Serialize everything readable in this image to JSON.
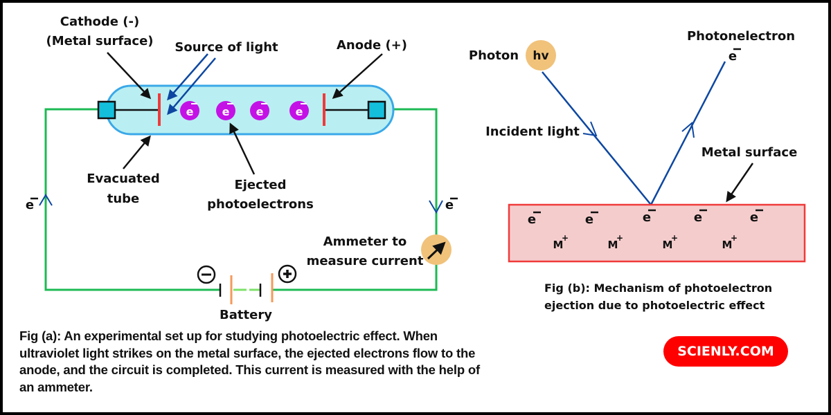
{
  "figure_a": {
    "labels": {
      "cathode_line1": "Cathode (-)",
      "cathode_line2": "(Metal surface)",
      "source_of_light": "Source of light",
      "anode": "Anode (+)",
      "evacuated_line1": "Evacuated",
      "evacuated_line2": "tube",
      "ejected_line1": "Ejected",
      "ejected_line2": "photoelectrons",
      "ammeter_line1": "Ammeter to",
      "ammeter_line2": "measure current",
      "battery": "Battery",
      "electron_left": "e",
      "electron_right": "e",
      "battery_minus": "−",
      "battery_plus": "+"
    },
    "tube_electrons": [
      "e",
      "e",
      "e",
      "e"
    ],
    "caption": "Fig (a): An experimental set up for studying photoelectric effect.  When ultraviolet light strikes on the metal surface, the ejected electrons flow to the anode, and the circuit is completed. This current is measured with the help of an ammeter."
  },
  "figure_b": {
    "labels": {
      "photon": "Photon",
      "hv": "hv",
      "photoelectron": "Photonelectron",
      "photoelectron_symbol": "e",
      "incident_light": "Incident light",
      "metal_surface": "Metal surface"
    },
    "surface_electrons": [
      "e",
      "e",
      "e",
      "e",
      "e"
    ],
    "surface_ions": [
      "M",
      "M",
      "M",
      "M"
    ],
    "ion_charge": "+",
    "caption": "Fig (b): Mechanism of photoelectron ejection due to photoelectric effect"
  },
  "brand": {
    "label": "SCIENLY.COM"
  },
  "colors": {
    "wire": "#1db954",
    "tube_fill": "#b9eff2",
    "tube_stroke": "#3aa8e8",
    "terminal": "#14bfdc",
    "electrode": "#f03a3a",
    "electron": "#c412e6",
    "arrow_blue": "#0d47a1",
    "ammeter": "#f0c27a",
    "battery_plate": "#f59a5a",
    "metal_fill": "#f5cccc",
    "metal_stroke": "#f03a3a",
    "brand": "#ff0000"
  }
}
